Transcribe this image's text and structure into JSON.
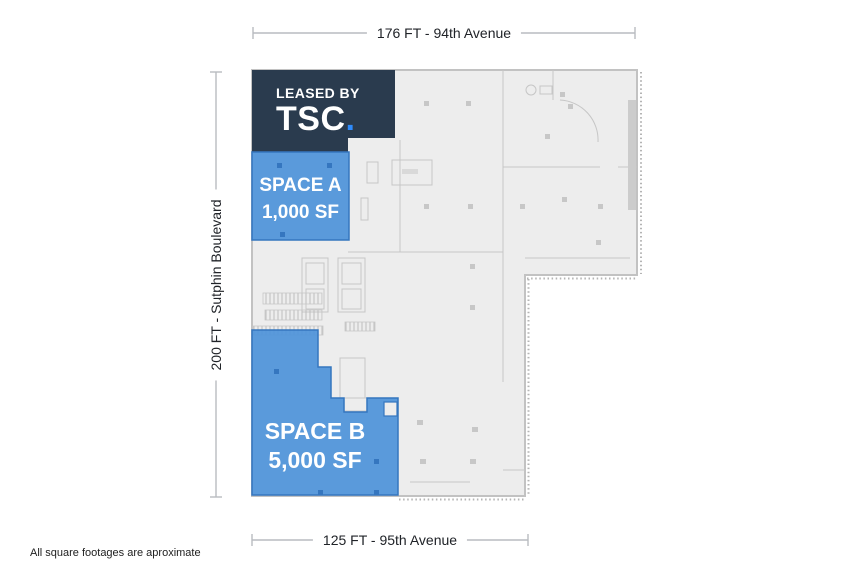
{
  "dimensions": {
    "top": {
      "label": "176 FT - 94th Avenue"
    },
    "left": {
      "label": "200 FT - Sutphin Boulevard"
    },
    "bottom": {
      "label": "125 FT - 95th Avenue"
    }
  },
  "leased_box": {
    "line1": "LEASED BY",
    "brand": "TSC",
    "dot": "."
  },
  "spaces": [
    {
      "id": "space-a",
      "name": "SPACE A",
      "size": "1,000 SF"
    },
    {
      "id": "space-b",
      "name": "SPACE B",
      "size": "5,000 SF"
    }
  ],
  "footnote": "All square footages are aproximate",
  "colors": {
    "leased_bg": "#2a3b4e",
    "brand_dot": "#2e8bfc",
    "space_fill": "#4f93d9",
    "space_border": "#3576bf",
    "plan_fill": "#ededed",
    "plan_line": "#c6c6c6",
    "dim_line": "#b9bcc0",
    "text_dark": "#202328"
  }
}
